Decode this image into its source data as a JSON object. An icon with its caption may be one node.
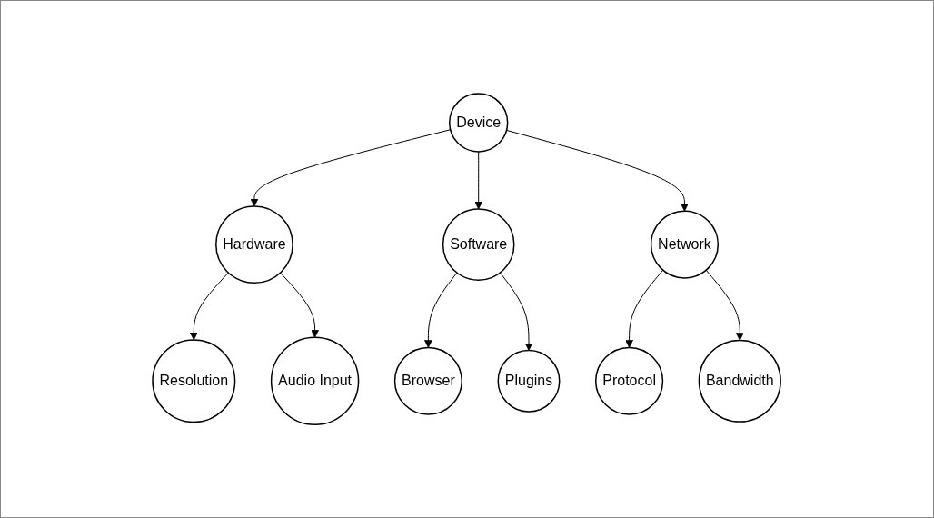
{
  "diagram": {
    "nodes": [
      {
        "text": [
          "Device"
        ]
      },
      {
        "text": [
          "Hardware"
        ]
      },
      {
        "text": [
          "Software"
        ]
      },
      {
        "text": [
          "Network"
        ]
      },
      {
        "text": [
          "Resolution"
        ]
      },
      {
        "text": [
          "Audio Input"
        ]
      },
      {
        "text": [
          "Browser"
        ]
      },
      {
        "text": [
          "Plugins"
        ]
      },
      {
        "text": [
          "Protocol"
        ]
      },
      {
        "text": [
          "Bandwidth"
        ]
      }
    ],
    "edges": [
      {
        "from": 0,
        "to": 1,
        "arrow": "to"
      },
      {
        "from": 0,
        "to": 2,
        "arrow": "to"
      },
      {
        "from": 0,
        "to": 3,
        "arrow": "to"
      },
      {
        "from": 1,
        "to": 4,
        "arrow": "to"
      },
      {
        "from": 1,
        "to": 5,
        "arrow": "to"
      },
      {
        "from": 2,
        "to": 6,
        "arrow": "to"
      },
      {
        "from": 2,
        "to": 7,
        "arrow": "to"
      },
      {
        "from": 3,
        "to": 8,
        "arrow": "to"
      },
      {
        "from": 3,
        "to": 9,
        "arrow": "to"
      }
    ]
  }
}
